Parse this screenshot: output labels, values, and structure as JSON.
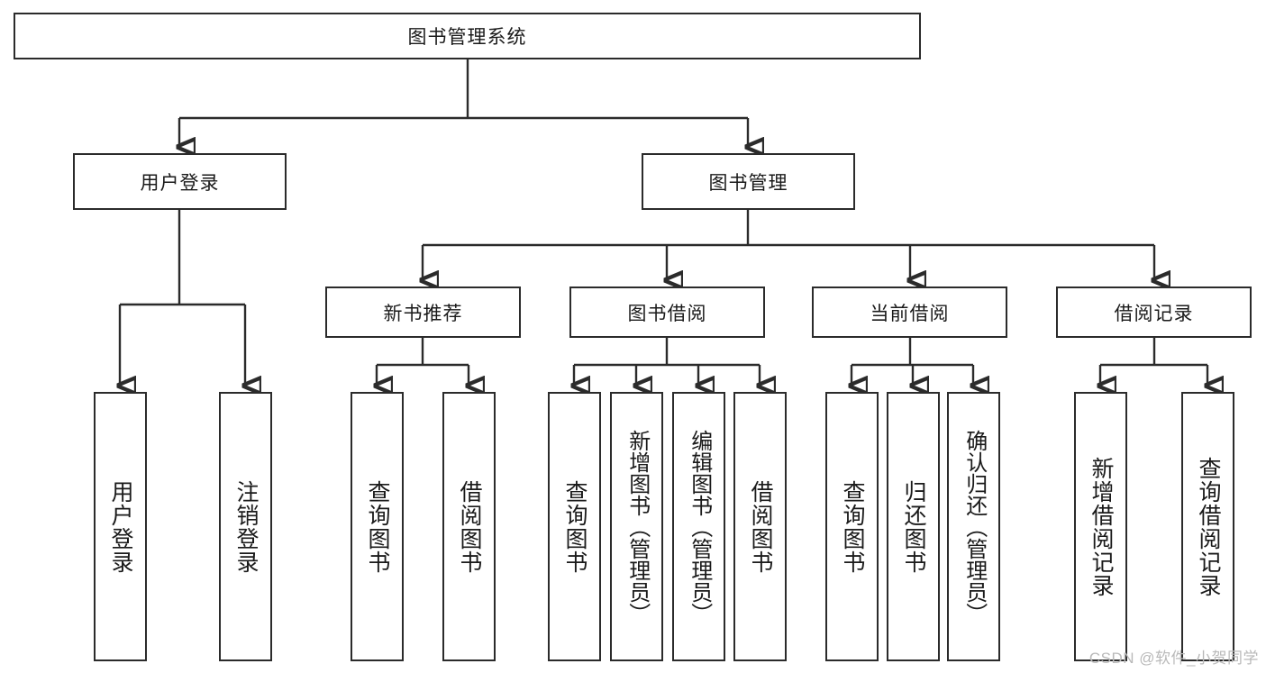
{
  "diagram": {
    "type": "tree",
    "title": "图书管理系统",
    "watermark": "CSDN @软件_小贺同学",
    "colors": {
      "stroke": "#2b2b2b",
      "fill": "#ffffff",
      "text": "#1a1a1a",
      "watermark": "#b9b9b9"
    },
    "root": {
      "label": "图书管理系统"
    },
    "level2": [
      {
        "label": "用户登录"
      },
      {
        "label": "图书管理"
      }
    ],
    "level3": [
      {
        "label": "新书推荐"
      },
      {
        "label": "图书借阅"
      },
      {
        "label": "当前借阅"
      },
      {
        "label": "借阅记录"
      }
    ],
    "leaves": {
      "user_login": [
        {
          "label": "用户登录"
        },
        {
          "label": "注销登录"
        }
      ],
      "new_book": [
        {
          "label": "查询图书"
        },
        {
          "label": "借阅图书"
        }
      ],
      "borrow": [
        {
          "label": "查询图书"
        },
        {
          "label": "新增图书（管理员）"
        },
        {
          "label": "编辑图书（管理员）"
        },
        {
          "label": "借阅图书"
        }
      ],
      "current": [
        {
          "label": "查询图书"
        },
        {
          "label": "归还图书"
        },
        {
          "label": "确认归还（管理员）"
        }
      ],
      "records": [
        {
          "label": "新增借阅记录"
        },
        {
          "label": "查询借阅记录"
        }
      ]
    }
  }
}
